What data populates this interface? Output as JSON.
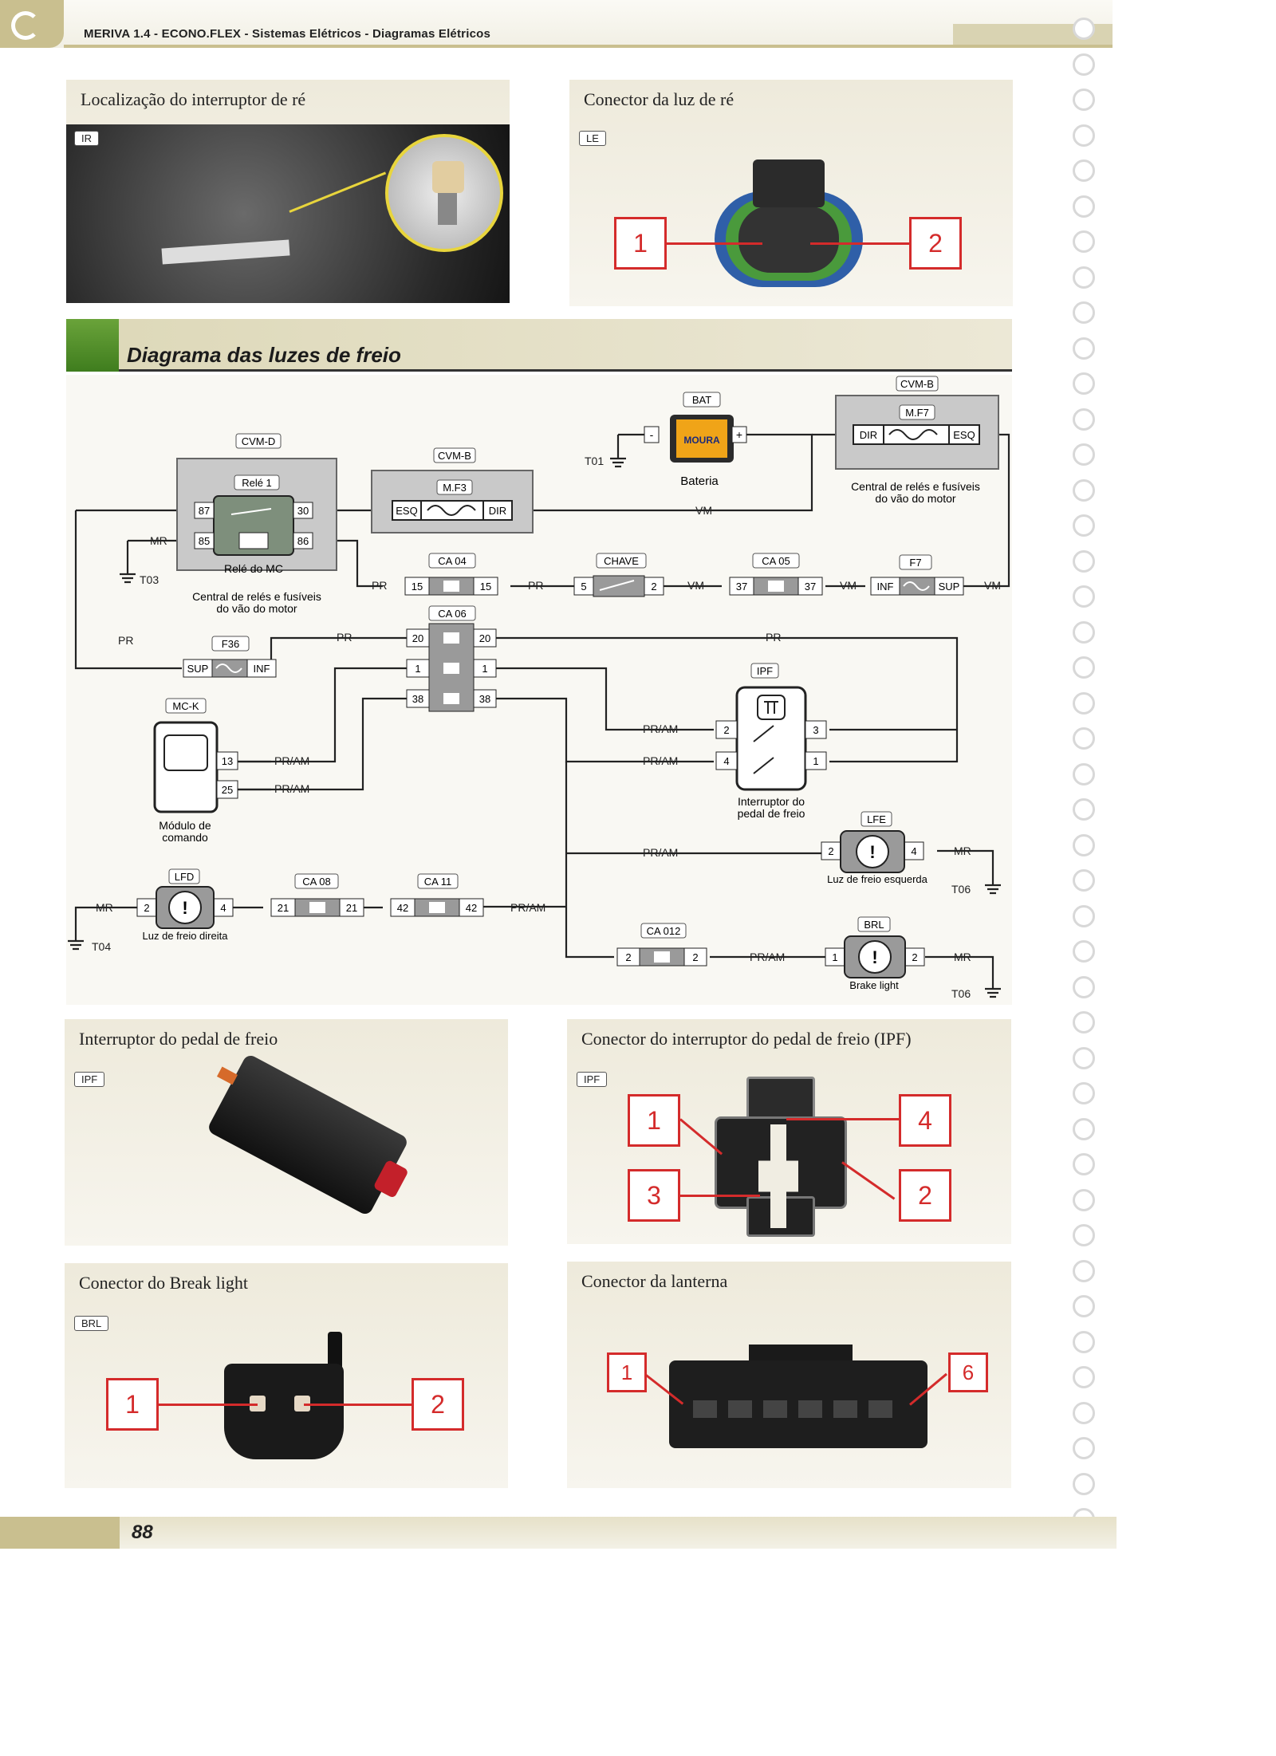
{
  "header": {
    "title": "MERIVA 1.4 - ECONO.FLEX - Sistemas Elétricos - Diagramas Elétricos"
  },
  "page_number": "88",
  "panels": {
    "ir": {
      "title": "Localização do interruptor de ré",
      "badge": "IR"
    },
    "le": {
      "title": "Conector da luz de ré",
      "badge": "LE",
      "pins": [
        "1",
        "2"
      ]
    },
    "ipf_photo": {
      "title": "Interruptor do pedal de freio",
      "badge": "IPF"
    },
    "ipf_conn": {
      "title": "Conector do interruptor do pedal de freio (IPF)",
      "badge": "IPF",
      "pins": [
        "1",
        "4",
        "3",
        "2"
      ]
    },
    "brl": {
      "title": "Conector do Break light",
      "badge": "BRL",
      "pins": [
        "1",
        "2"
      ]
    },
    "lanterna": {
      "title": "Conector da lanterna",
      "pins": [
        "1",
        "6"
      ]
    }
  },
  "diagram": {
    "title": "Diagrama das luzes de freio",
    "components": {
      "bat": {
        "badge": "BAT",
        "label": "Bateria",
        "brand": "MOURA",
        "minus": "-",
        "plus": "+"
      },
      "cvmb_top": {
        "badge": "CVM-B",
        "fuse": "M.F7",
        "left": "DIR",
        "right": "ESQ",
        "label1": "Central de relés e fusíveis",
        "label2": "do vão do motor"
      },
      "cvmd": {
        "badge": "CVM-D",
        "relay": "Relé 1",
        "pin87": "87",
        "pin85": "85",
        "pin30": "30",
        "pin86": "86",
        "sub": "Relé do MC",
        "label1": "Central de relés e fusíveis",
        "label2": "do vão do motor"
      },
      "cvmb_mid": {
        "badge": "CVM-B",
        "fuse": "M.F3",
        "left": "ESQ",
        "right": "DIR"
      },
      "ca04": {
        "badge": "CA 04",
        "pin": "15"
      },
      "chave": {
        "badge": "CHAVE",
        "left": "5",
        "right": "2"
      },
      "ca05": {
        "badge": "CA 05",
        "pin": "37"
      },
      "f7": {
        "badge": "F7",
        "left": "INF",
        "right": "SUP"
      },
      "ca06": {
        "badge": "CA 06",
        "pins": [
          "20",
          "1",
          "38"
        ]
      },
      "f36": {
        "badge": "F36",
        "left": "SUP",
        "right": "INF"
      },
      "mck": {
        "badge": "MC-K",
        "pin13": "13",
        "pin25": "25",
        "label1": "Módulo de",
        "label2": "comando"
      },
      "ipf": {
        "badge": "IPF",
        "p2": "2",
        "p4": "4",
        "p3": "3",
        "p1": "1",
        "label1": "Interruptor do",
        "label2": "pedal de freio"
      },
      "lfe": {
        "badge": "LFE",
        "left": "2",
        "right": "4",
        "label": "Luz de freio esquerda"
      },
      "lfd": {
        "badge": "LFD",
        "left": "2",
        "right": "4",
        "label": "Luz de freio direita"
      },
      "ca08": {
        "badge": "CA 08",
        "pin": "21"
      },
      "ca11": {
        "badge": "CA 11",
        "pin": "42"
      },
      "ca012": {
        "badge": "CA 012",
        "pin": "2"
      },
      "brl": {
        "badge": "BRL",
        "left": "1",
        "right": "2",
        "label": "Brake light"
      }
    },
    "wires": {
      "mr": "MR",
      "pr": "PR",
      "vm": "VM",
      "pram": "PR/AM"
    },
    "grounds": {
      "t01": "T01",
      "t03": "T03",
      "t04": "T04",
      "t06": "T06"
    }
  },
  "colors": {
    "accent_red": "#d42b2b",
    "panel_bg": "#eeeadb",
    "title_green": "#4f8d27",
    "header_gold": "#c9bf8f"
  }
}
